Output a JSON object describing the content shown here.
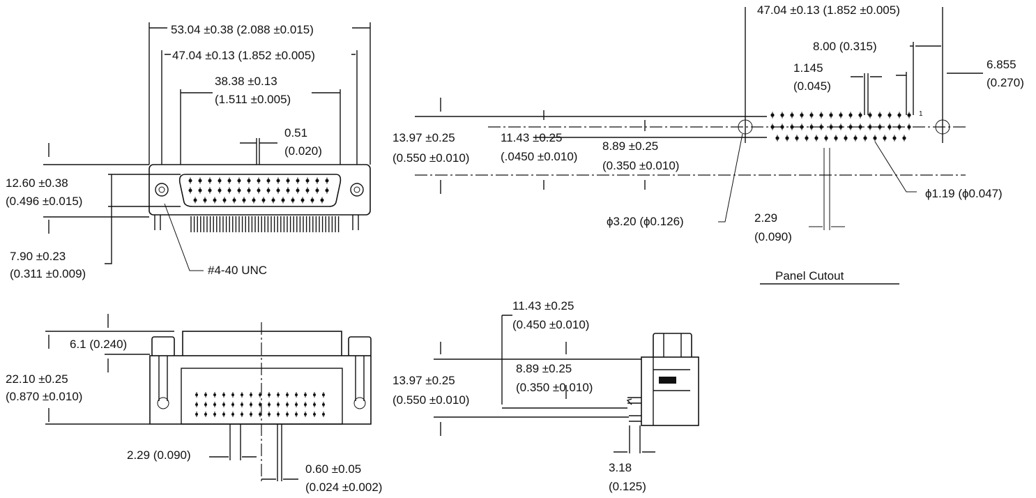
{
  "front_view": {
    "overall_width": "53.04 ±0.38 (2.088 ±0.015)",
    "mount_hole_spacing": "47.04 ±0.13 (1.852 ±0.005)",
    "shell_width_mm": "38.38 ±0.13",
    "shell_width_in": "(1.511 ±0.005)",
    "gap_mm": "0.51",
    "gap_in": "(0.020)",
    "height_mm": "12.60 ±0.38",
    "height_in": "(0.496 ±0.015)",
    "shell_height_mm": "7.90 ±0.23",
    "shell_height_in": "(0.311 ±0.009)",
    "thread_label": "#4-40 UNC"
  },
  "panel_cutout": {
    "hole_spacing": "47.04 ±0.13 (1.852 ±0.005)",
    "offset_8": "8.00 (0.315)",
    "pitch_mm": "1.145",
    "pitch_in": "(0.045)",
    "edge_mm": "6.855",
    "edge_in": "(0.270)",
    "pin_one_marker": "1",
    "dim_a_mm": "13.97 ±0.25",
    "dim_a_in": "(0.550 ±0.010)",
    "dim_b_mm": "11.43 ±0.25",
    "dim_b_in": "(.0450 ±0.010)",
    "dim_c_mm": "8.89 ±0.25",
    "dim_c_in": "(0.350 ±0.010)",
    "mount_hole_dia": "ϕ3.20 (ϕ0.126)",
    "pin_hole_dia": "ϕ1.19 (ϕ0.047)",
    "row_pitch_mm": "2.29",
    "row_pitch_in": "(0.090)",
    "title": "Panel Cutout"
  },
  "bottom_view": {
    "post_height": "6.1 (0.240)",
    "depth_mm": "22.10 ±0.25",
    "depth_in": "(0.870 ±0.010)",
    "pin_pitch": "2.29 (0.090)",
    "pin_dia_mm": "0.60 ±0.05",
    "pin_dia_in": "(0.024 ±0.002)"
  },
  "side_view": {
    "dim_b_mm": "11.43 ±0.25",
    "dim_b_in": "(0.450 ±0.010)",
    "dim_c_mm": "8.89 ±0.25",
    "dim_c_in": "(0.350 ±0.010)",
    "dim_a_mm": "13.97 ±0.25",
    "dim_a_in": "(0.550 ±0.010)",
    "pin_offset_mm": "3.18",
    "pin_offset_in": "(0.125)"
  }
}
